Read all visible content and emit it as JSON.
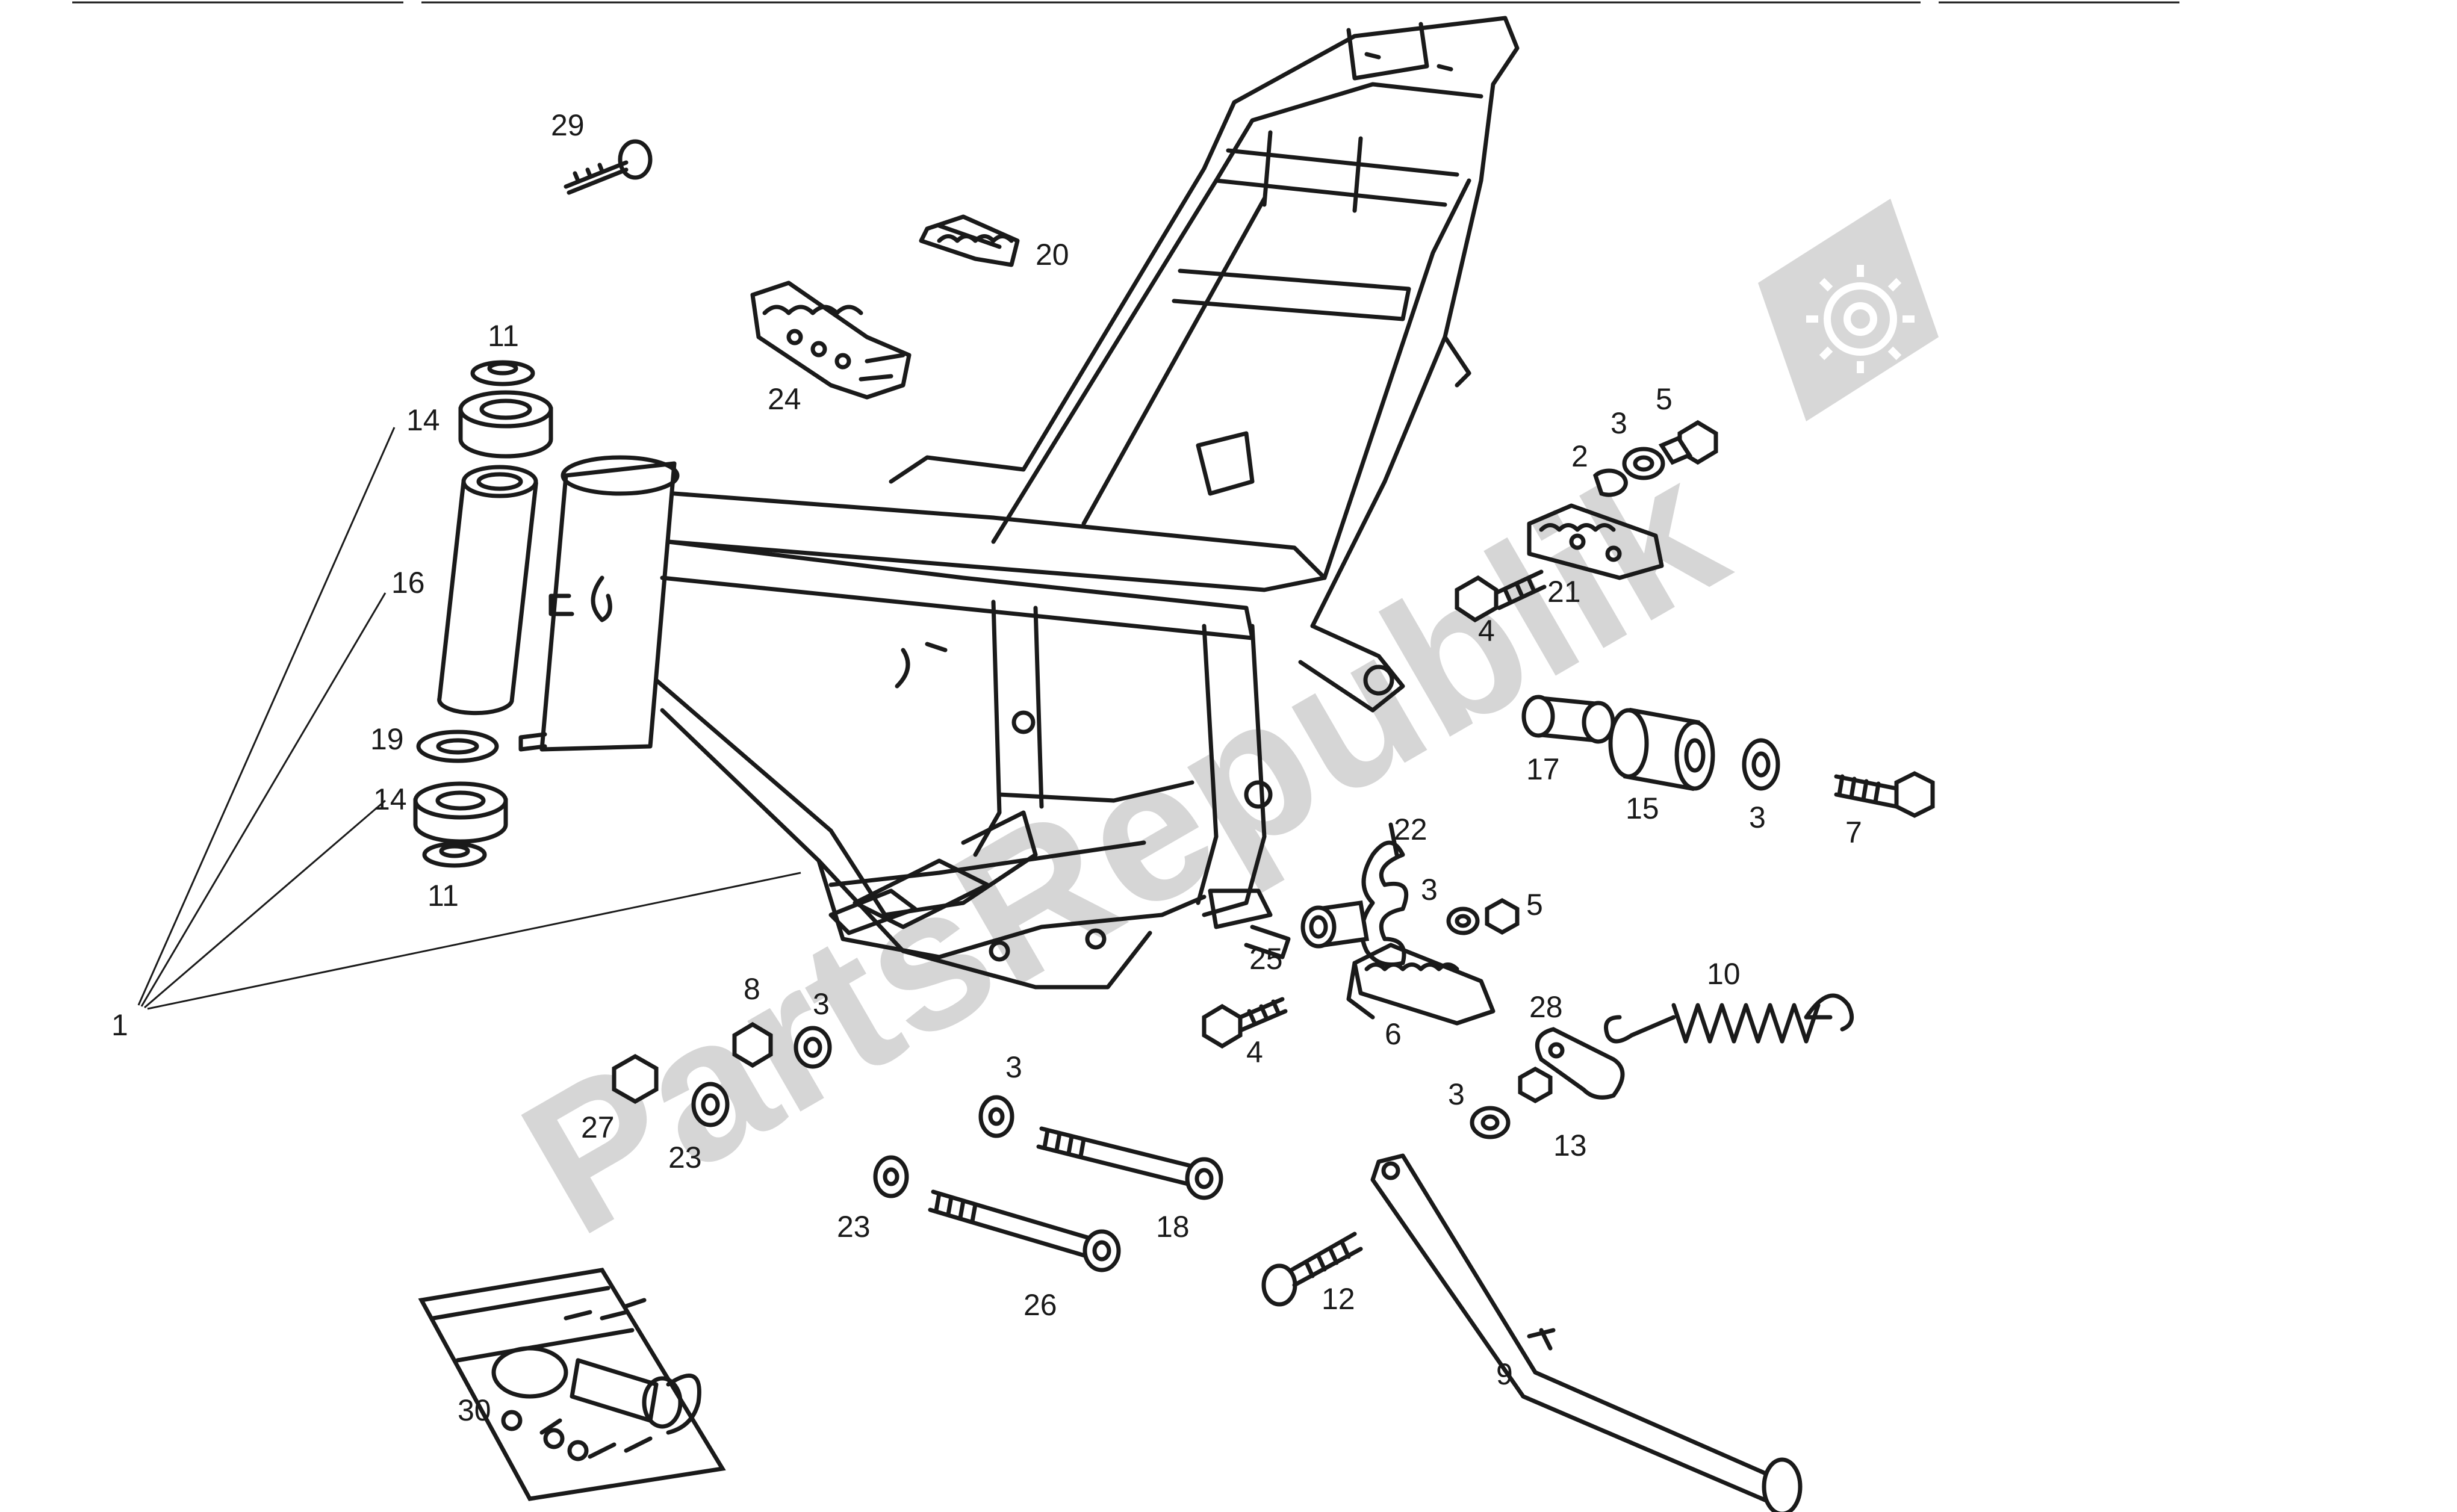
{
  "diagram": {
    "callouts": [
      "1",
      "2",
      "3",
      "4",
      "5",
      "6",
      "7",
      "8",
      "9",
      "10",
      "11",
      "12",
      "13",
      "14",
      "15",
      "16",
      "17",
      "18",
      "19",
      "20",
      "21",
      "22",
      "23",
      "24",
      "25",
      "26",
      "27",
      "28",
      "29",
      "30"
    ]
  },
  "watermark": {
    "text": "PartsRepublik"
  },
  "colors": {
    "line": "#1a1a1a",
    "watermark": "#c9c9c9",
    "background": "#ffffff"
  }
}
